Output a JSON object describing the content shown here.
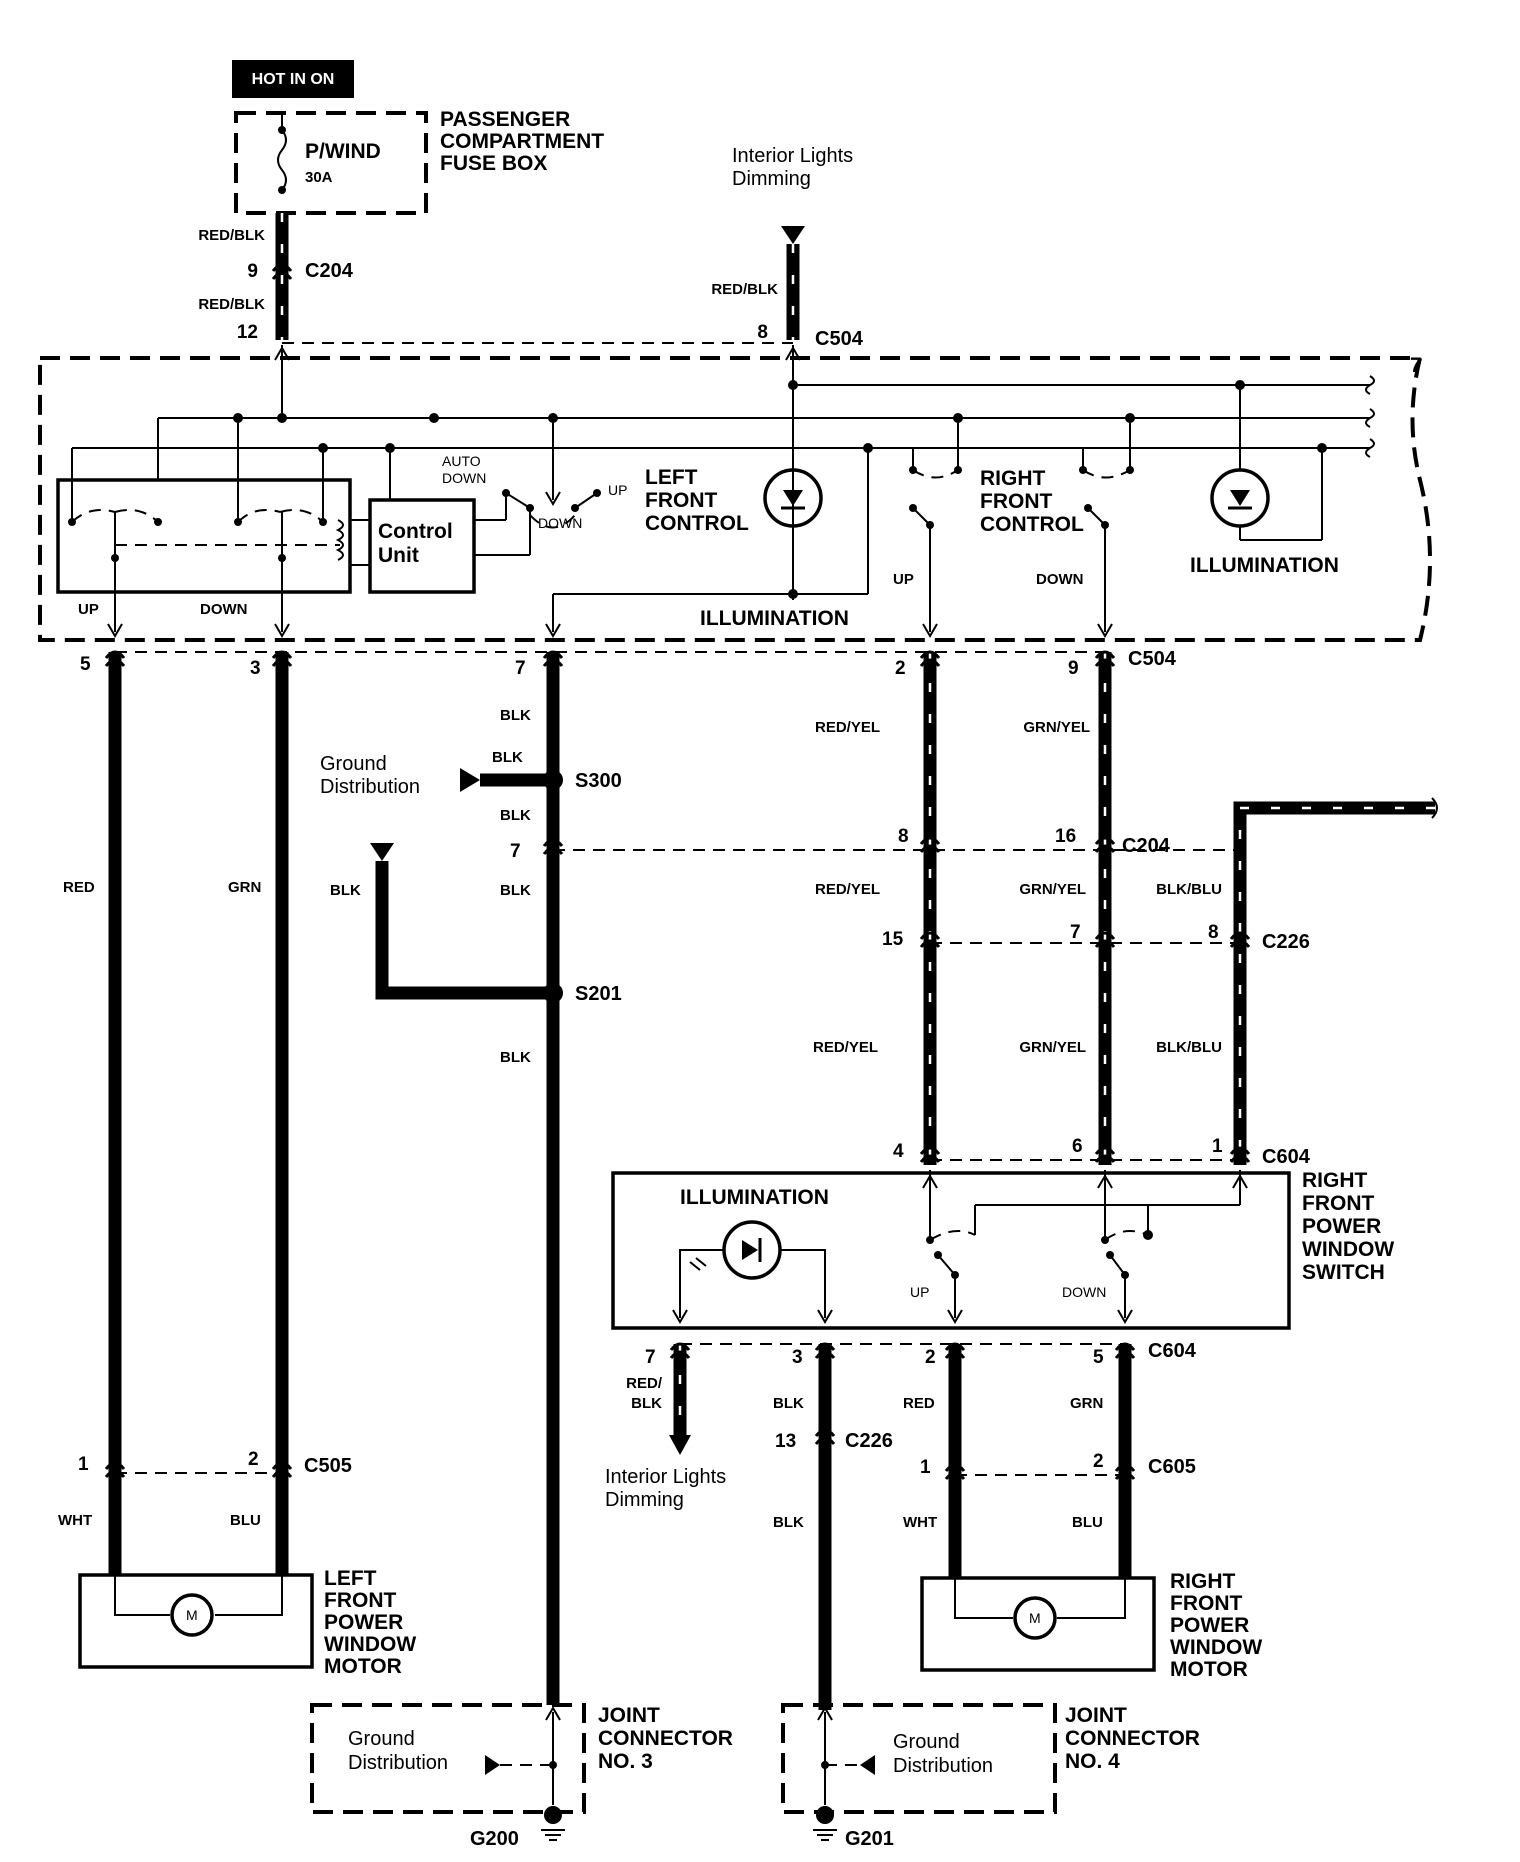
{
  "hot_label": "HOT IN ON",
  "fuse": {
    "name": "P/WIND",
    "rating": "30A",
    "box_lines": [
      "PASSENGER",
      "COMPARTMENT",
      "FUSE BOX"
    ]
  },
  "wire_colors": {
    "red_blk": "RED/BLK",
    "red_blk_split": [
      "RED/",
      "BLK"
    ],
    "blk": "BLK",
    "red": "RED",
    "grn": "GRN",
    "wht": "WHT",
    "blu": "BLU",
    "red_yel": "RED/YEL",
    "grn_yel": "GRN/YEL",
    "blk_blu": "BLK/BLU"
  },
  "connectors": {
    "c204": "C204",
    "c504": "C504",
    "c226": "C226",
    "c604": "C604",
    "c505": "C505",
    "c605": "C605",
    "s300": "S300",
    "s201": "S201",
    "g200": "G200",
    "g201": "G201"
  },
  "pins": {
    "p1": "1",
    "p2": "2",
    "p3": "3",
    "p4": "4",
    "p5": "5",
    "p6": "6",
    "p7": "7",
    "p8": "8",
    "p9": "9",
    "p12": "12",
    "p13": "13",
    "p15": "15",
    "p16": "16"
  },
  "interior_dimming": [
    "Interior Lights",
    "Dimming"
  ],
  "ground_distribution": [
    "Ground",
    "Distribution"
  ],
  "switch_labels": {
    "up": "UP",
    "down": "DOWN",
    "auto_down": [
      "AUTO",
      "DOWN"
    ]
  },
  "control_unit": [
    "Control",
    "Unit"
  ],
  "left_front_control": [
    "LEFT",
    "FRONT",
    "CONTROL"
  ],
  "right_front_control": [
    "RIGHT",
    "FRONT",
    "CONTROL"
  ],
  "illumination": "ILLUMINATION",
  "rf_switch": [
    "RIGHT",
    "FRONT",
    "POWER",
    "WINDOW",
    "SWITCH"
  ],
  "left_motor": [
    "LEFT",
    "FRONT",
    "POWER",
    "WINDOW",
    "MOTOR"
  ],
  "right_motor": [
    "RIGHT",
    "FRONT",
    "POWER",
    "WINDOW",
    "MOTOR"
  ],
  "motor_symbol": "M",
  "joint3": [
    "JOINT",
    "CONNECTOR",
    "NO. 3"
  ],
  "joint4": [
    "JOINT",
    "CONNECTOR",
    "NO. 4"
  ]
}
